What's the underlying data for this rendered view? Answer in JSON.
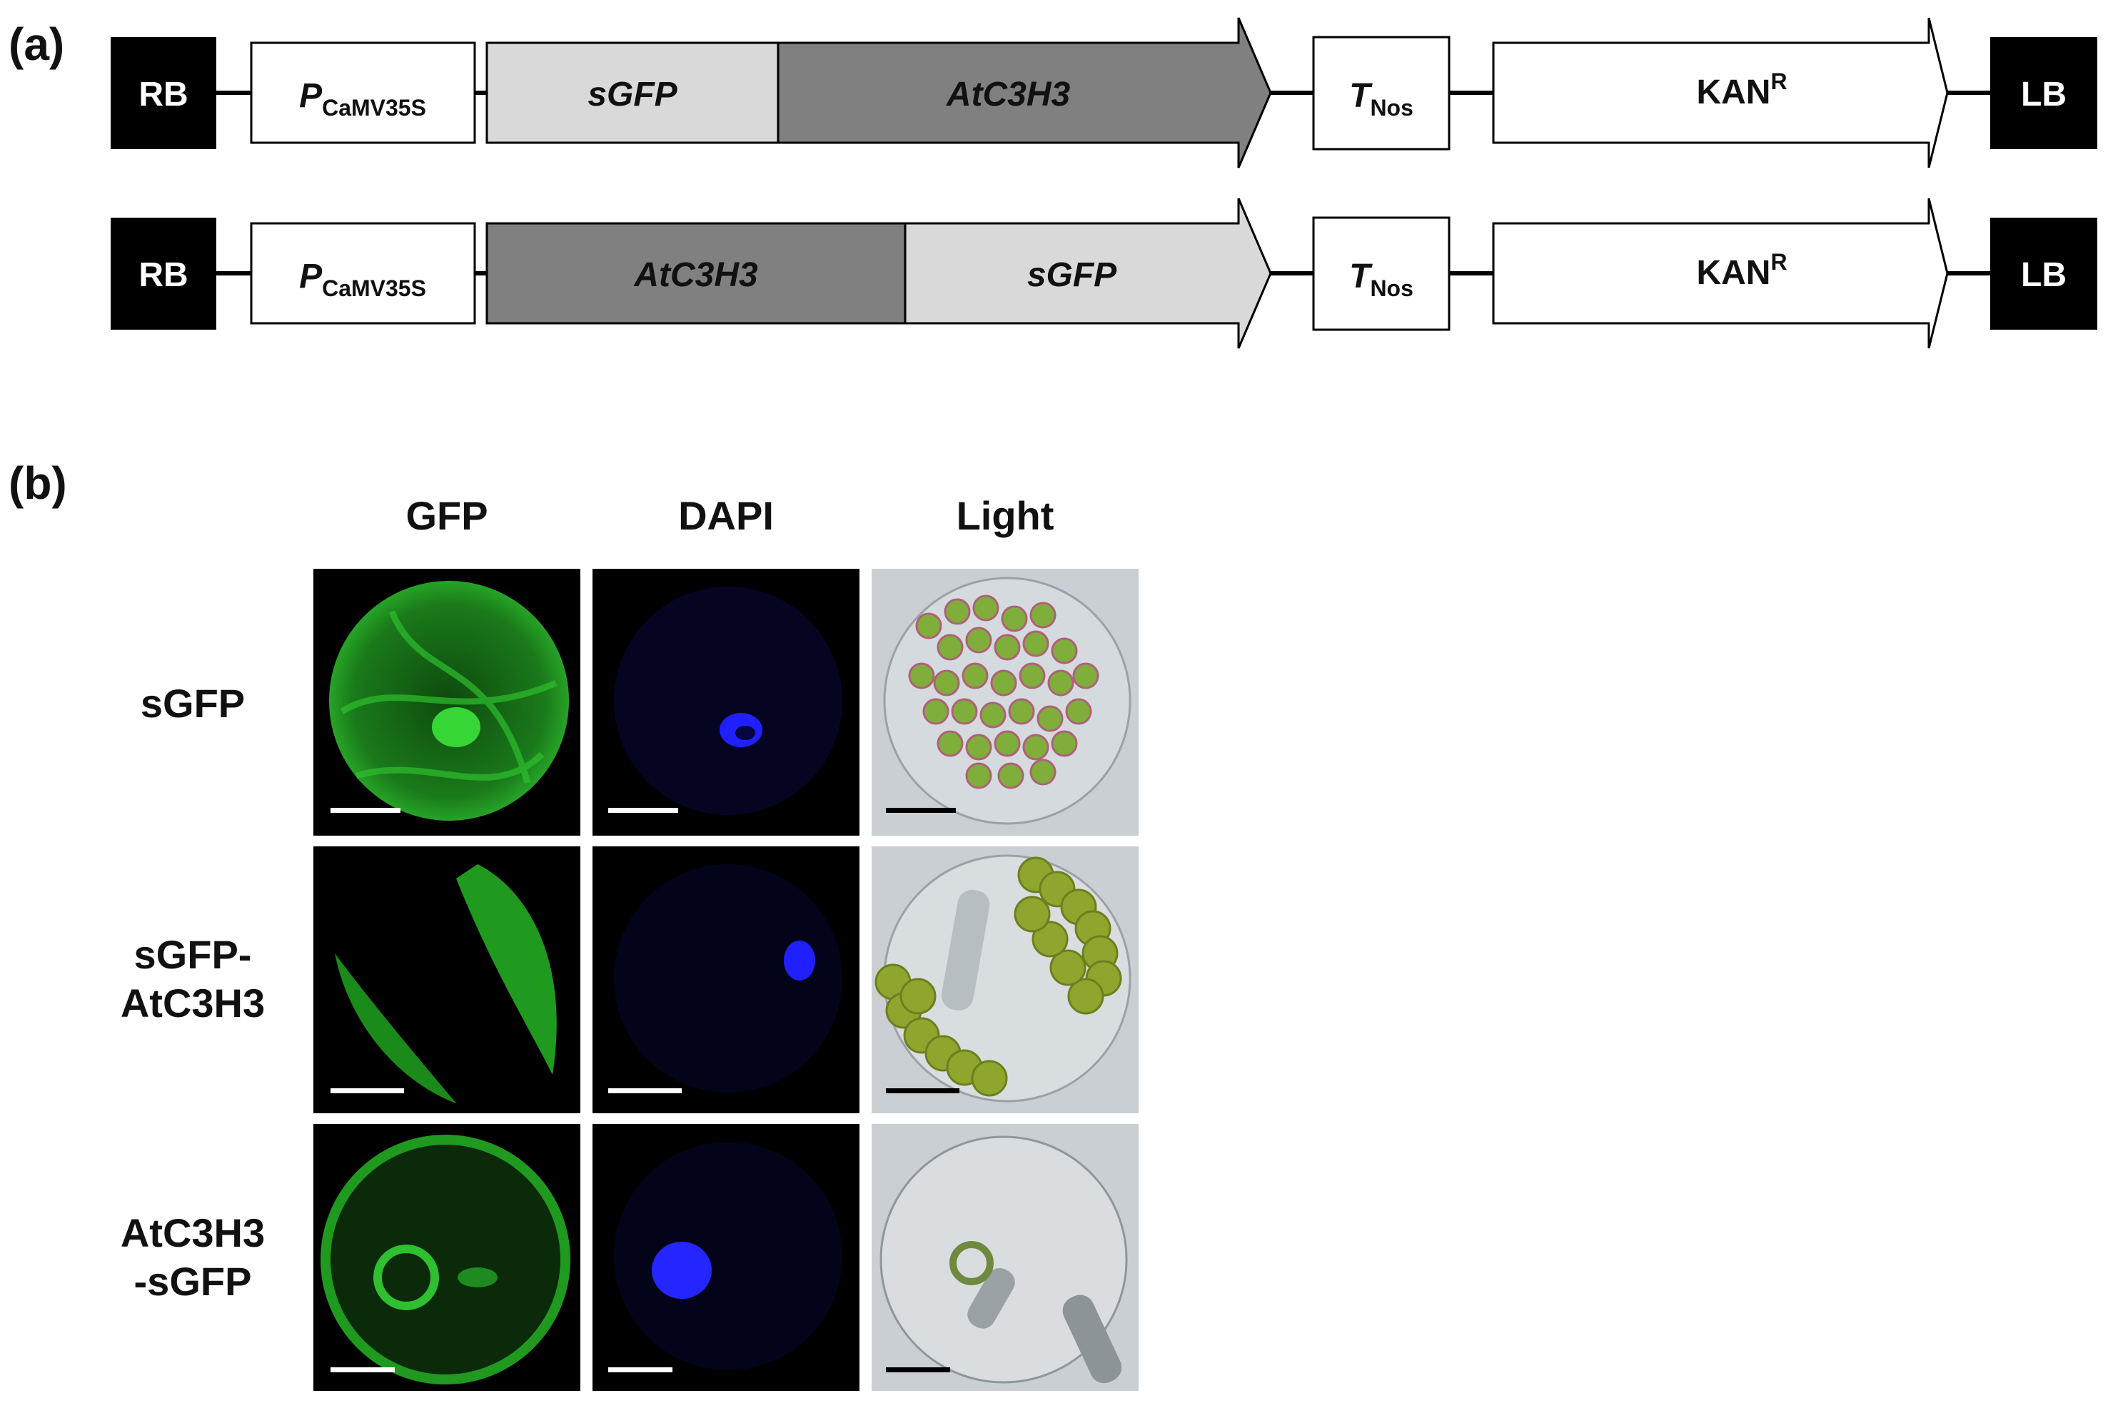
{
  "panel_a": {
    "label": "(a)",
    "constructs": [
      {
        "rb": "RB",
        "promoter": {
          "main": "P",
          "sub": "CaMV35S"
        },
        "fusion": [
          {
            "text": "sGFP",
            "color": "#d9d9d9"
          },
          {
            "text": "AtC3H3",
            "color": "#808080"
          }
        ],
        "terminator": {
          "main": "T",
          "sub": "Nos"
        },
        "marker": {
          "main": "KAN",
          "sup": "R"
        },
        "lb": "LB"
      },
      {
        "rb": "RB",
        "promoter": {
          "main": "P",
          "sub": "CaMV35S"
        },
        "fusion": [
          {
            "text": "AtC3H3",
            "color": "#808080"
          },
          {
            "text": "sGFP",
            "color": "#d9d9d9"
          }
        ],
        "terminator": {
          "main": "T",
          "sub": "Nos"
        },
        "marker": {
          "main": "KAN",
          "sup": "R"
        },
        "lb": "LB"
      }
    ]
  },
  "panel_b": {
    "label": "(b)",
    "columns": [
      "GFP",
      "DAPI",
      "Light"
    ],
    "rows": [
      {
        "lines": [
          "sGFP"
        ]
      },
      {
        "lines": [
          "sGFP-",
          "AtC3H3"
        ]
      },
      {
        "lines": [
          "AtC3H3",
          "-sGFP"
        ]
      }
    ],
    "colors": {
      "gfp": "#1fb51f",
      "dapi": "#1a1aff",
      "light_bg": "#c9cfd3",
      "chloroplast": "#7fae3a"
    }
  }
}
